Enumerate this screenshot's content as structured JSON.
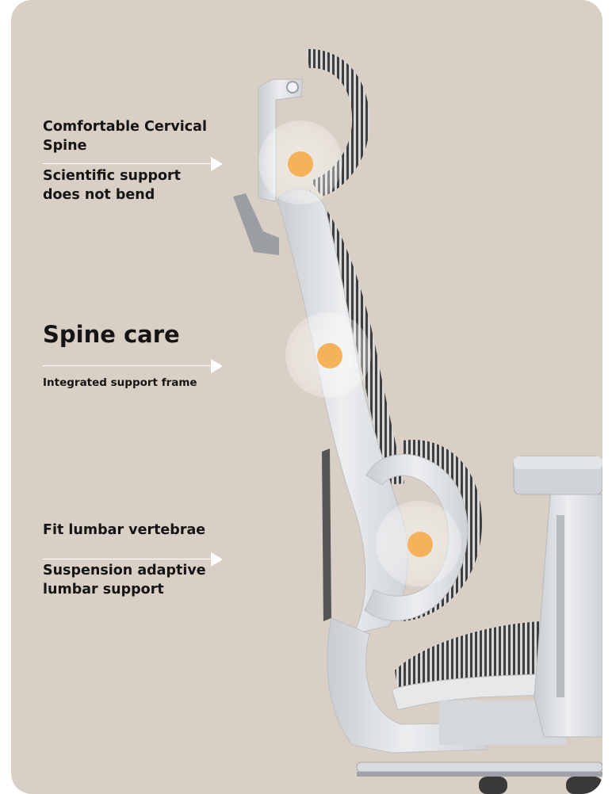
{
  "theme": {
    "background": "#d9cfc4",
    "accent_dot": "#f6b25a",
    "text": "#151515",
    "frame": "#dcdfe2",
    "mesh": "#4a4a4a"
  },
  "callouts": [
    {
      "title": "Comfortable Cervical Spine",
      "subtitle": "Scientific support does not bend"
    },
    {
      "title": "Spine care",
      "subtitle": "Integrated support frame"
    },
    {
      "title": "Fit lumbar vertebrae",
      "subtitle": "Suspension adaptive lumbar support"
    }
  ]
}
